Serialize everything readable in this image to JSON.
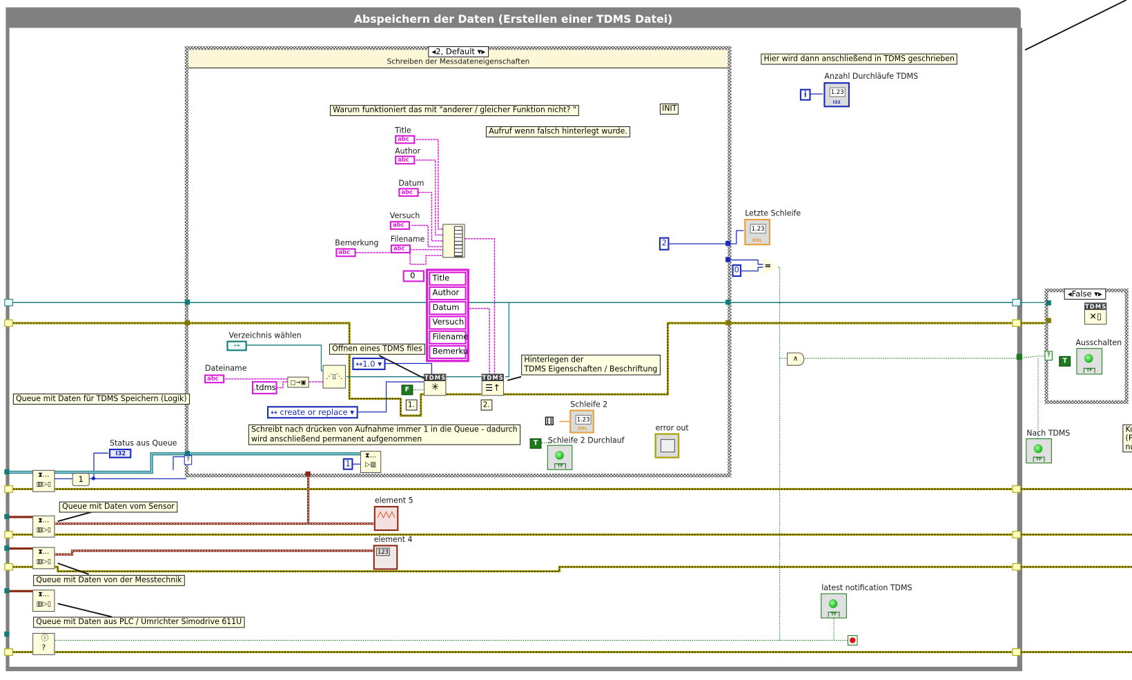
{
  "frame": {
    "title": "Abspeichern der Daten (Erstellen einer TDMS Datei)"
  },
  "case_structure": {
    "selector": "2, Default",
    "subdiagram_label": "Schreiben der Messdateneigenschaften",
    "notes": {
      "question": "Warum funktioniert das mit \"anderer / gleicher Funktion nicht? \"",
      "init": "INIT",
      "wrong_call": "Aufruf wenn falsch hinterlegt wurde.",
      "open_tdms": "Öffnen eines TDMS files",
      "set_props_line1": "Hinterlegen der",
      "set_props_line2": "TDMS Eigenschaften / Beschriftung",
      "writes_line1": "Schreibt nach drücken von Aufnahme immer 1 in die Queue - dadurch",
      "writes_line2": "wird anschließend permanent aufgenommen"
    },
    "string_controls": [
      {
        "label": "Title"
      },
      {
        "label": "Author"
      },
      {
        "label": "Datum"
      },
      {
        "label": "Versuch"
      },
      {
        "label": "Filename"
      },
      {
        "label": "Bemerkung"
      },
      {
        "label": "Dateiname"
      }
    ],
    "path_control": {
      "label": "Verzeichnis wählen"
    },
    "array_index": "0",
    "array_items": [
      "Title",
      "Author",
      "Datum",
      "Versuch",
      "Filename",
      "Bemerku"
    ],
    "tdms_ext_constant": ".tdms",
    "version_enum": "1.0",
    "operation_enum": "create or replace",
    "false_constant": "F",
    "step_labels": [
      "1.",
      "2."
    ],
    "tdms_node_label": "TDMS",
    "indicators": {
      "schleife2": "Schleife 2",
      "schleife2_durchlauf": "Schleife 2 Durchlauf",
      "error_out": "error out"
    },
    "enqueue_constant": "1"
  },
  "right_area": {
    "note": "Hier wird dann anschließend in TDMS geschrieben",
    "anzahl_label": "Anzahl Durchläufe  TDMS",
    "letzte_label": "Letzte Schleife",
    "constant_2": "2",
    "constant_0": "0",
    "numeric_display": "1.23",
    "iteration_terminal": "i",
    "latest_notification": "latest notification TDMS",
    "nach_tdms": "Nach TDMS",
    "false_case": {
      "selector": "False",
      "ausschalten": "Ausschalten",
      "true_constant": "T"
    },
    "cut_note": [
      "Ko",
      "(P",
      "nu"
    ]
  },
  "left_area": {
    "notes": {
      "logic_queue": "Queue mit Daten für TDMS Speichern (Logik)",
      "sensor_queue": "Queue mit Daten vom Sensor",
      "messtechnik_queue": "Queue mit Daten von der Messtechnik",
      "plc_queue": "Queue mit Daten aus PLC / Umrichter Simodrive 611U"
    },
    "status_label": "Status aus Queue",
    "status_type": "I32",
    "constant_1": "1",
    "element5": "element 5",
    "element4": "element 4"
  },
  "type_tags": {
    "dbl": "DBL",
    "i32": "I32",
    "tf": "TF"
  },
  "colors": {
    "frame_gray": "#808080",
    "string_pink": "#d81bd8",
    "numeric_blue": "#1a2bb8",
    "error_yellow": "#c8c800",
    "refnum_teal": "#177a7a",
    "boolean_green": "#1d7a1d",
    "cluster_brown": "#8b2a14",
    "note_bg": "#ffffe1"
  }
}
